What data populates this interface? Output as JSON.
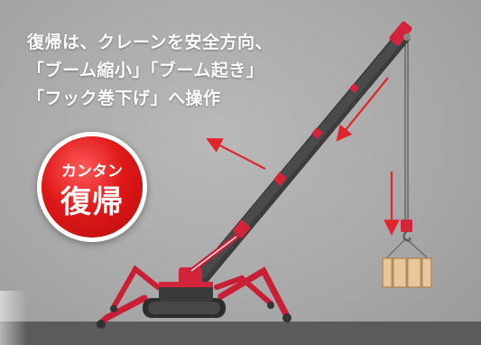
{
  "caption": {
    "lines": [
      "復帰は、クレーンを安全方向、",
      "「ブーム縮小」「ブーム起き」",
      "「フック巻下げ」へ操作"
    ]
  },
  "badge": {
    "small_text": "カンタン",
    "large_text": "復帰"
  },
  "colors": {
    "crane_red": "#d2243b",
    "arrow_red": "#e0262c",
    "badge_red": "#e01818",
    "ground": "#5b5b5b"
  }
}
